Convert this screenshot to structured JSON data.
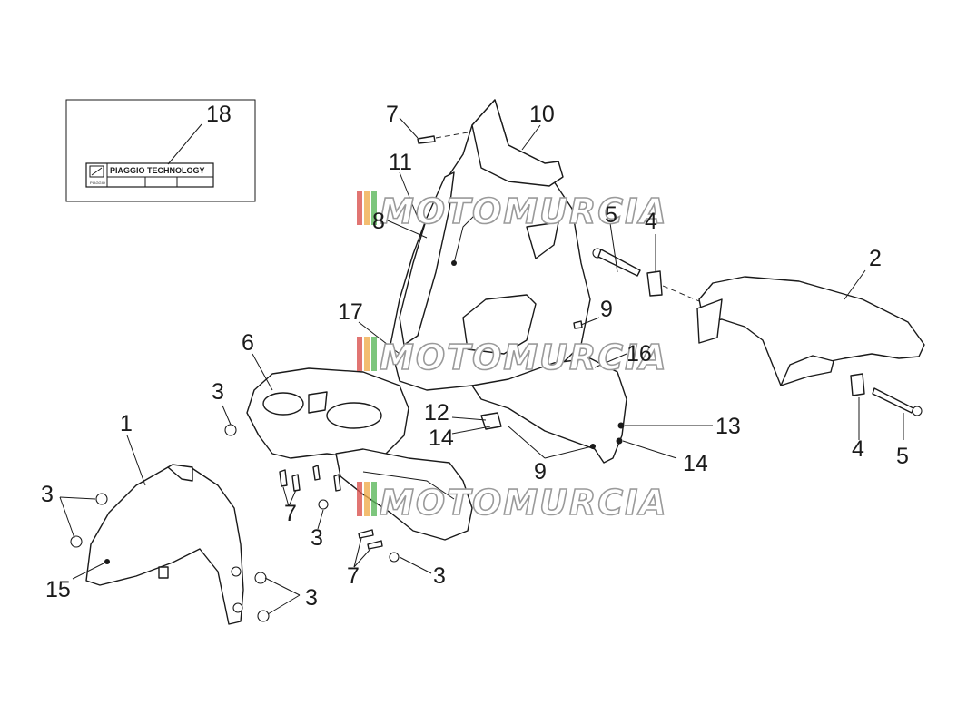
{
  "diagram": {
    "callouts": [
      {
        "id": "c1",
        "text": "1"
      },
      {
        "id": "c2",
        "text": "2"
      },
      {
        "id": "c3a",
        "text": "3"
      },
      {
        "id": "c3b",
        "text": "3"
      },
      {
        "id": "c3c",
        "text": "3"
      },
      {
        "id": "c3d",
        "text": "3"
      },
      {
        "id": "c3e",
        "text": "3"
      },
      {
        "id": "c4a",
        "text": "4"
      },
      {
        "id": "c4b",
        "text": "4"
      },
      {
        "id": "c5a",
        "text": "5"
      },
      {
        "id": "c5b",
        "text": "5"
      },
      {
        "id": "c6",
        "text": "6"
      },
      {
        "id": "c7a",
        "text": "7"
      },
      {
        "id": "c7b",
        "text": "7"
      },
      {
        "id": "c7c",
        "text": "7"
      },
      {
        "id": "c8",
        "text": "8"
      },
      {
        "id": "c9a",
        "text": "9"
      },
      {
        "id": "c9b",
        "text": "9"
      },
      {
        "id": "c10",
        "text": "10"
      },
      {
        "id": "c11",
        "text": "11"
      },
      {
        "id": "c12",
        "text": "12"
      },
      {
        "id": "c13",
        "text": "13"
      },
      {
        "id": "c14a",
        "text": "14"
      },
      {
        "id": "c14b",
        "text": "14"
      },
      {
        "id": "c15",
        "text": "15"
      },
      {
        "id": "c16",
        "text": "16"
      },
      {
        "id": "c17",
        "text": "17"
      },
      {
        "id": "c18",
        "text": "18"
      }
    ],
    "label_18_text": "PIAGGIO TECHNOLOGY",
    "label_18_small": "PIAGGIO",
    "watermark_text": "MOTOMURCIA",
    "watermark_colors": [
      "#d9534f",
      "#f0ad4e",
      "#5cb85c"
    ]
  }
}
